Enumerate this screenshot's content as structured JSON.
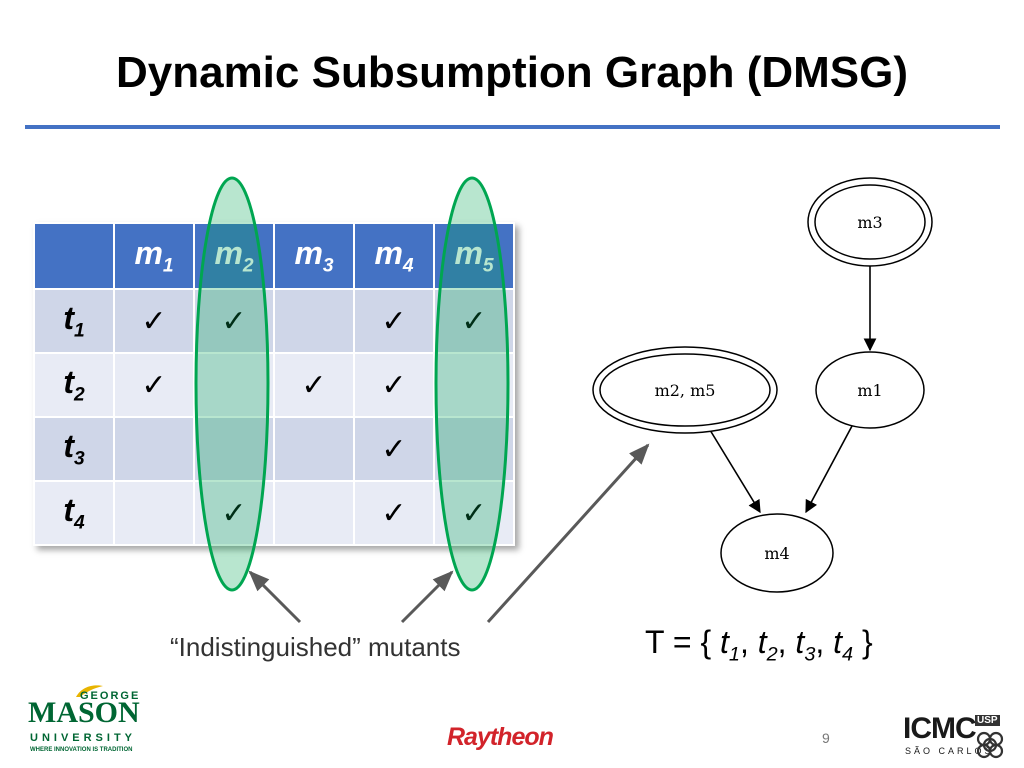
{
  "slide": {
    "title": "Dynamic Subsumption Graph (DMSG)",
    "caption": "“Indistinguished” mutants",
    "test_set_prefix": "T = { ",
    "test_set_suffix": " }",
    "page_number": "9"
  },
  "matrix": {
    "mutant_prefix": "m",
    "test_prefix": "t",
    "columns": [
      "1",
      "2",
      "3",
      "4",
      "5"
    ],
    "rows": [
      {
        "sub": "1",
        "cells": [
          "✓",
          "✓",
          "",
          "✓",
          "✓"
        ]
      },
      {
        "sub": "2",
        "cells": [
          "✓",
          "",
          "✓",
          "✓",
          ""
        ]
      },
      {
        "sub": "3",
        "cells": [
          "",
          "",
          "",
          "✓",
          ""
        ]
      },
      {
        "sub": "4",
        "cells": [
          "",
          "✓",
          "",
          "✓",
          "✓"
        ]
      }
    ],
    "highlight_columns": [
      "m2",
      "m5"
    ],
    "header_color": "#4472c4",
    "highlight_color": "#00a651"
  },
  "graph": {
    "nodes": [
      "m3",
      "m2, m5",
      "m1",
      "m4"
    ],
    "edges": [
      [
        "m3",
        "m1"
      ],
      [
        "m2, m5",
        "m4"
      ],
      [
        "m1",
        "m4"
      ]
    ],
    "double_circled": [
      "m3",
      "m2, m5"
    ]
  },
  "logos": {
    "gmu_george": "GEORGE",
    "gmu_mason": "MASON",
    "gmu_university": "UNIVERSITY",
    "gmu_tagline": "WHERE INNOVATION IS TRADITION",
    "raytheon": "Raytheon",
    "icmc": "ICMC",
    "usp": "USP",
    "icmc_sub": "SÃO CARLOS"
  }
}
